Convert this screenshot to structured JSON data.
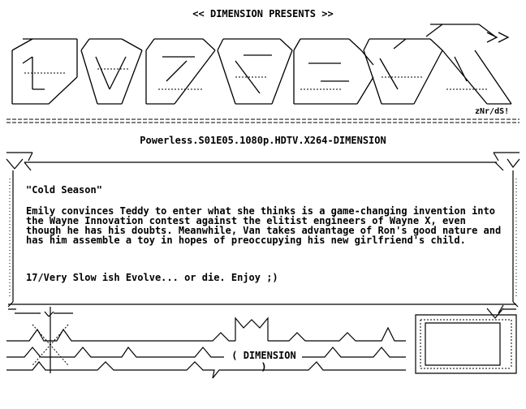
{
  "header": {
    "presents": "<< DIMENSION PRESENTS >>",
    "signature": "zNr/dS!"
  },
  "release": {
    "name": "Powerless.S01E05.1080p.HDTV.X264-DIMENSION"
  },
  "nfo": {
    "episode_title": "\"Cold Season\"",
    "description": "Emily convinces Teddy to enter what she thinks is a game-changing invention into the Wayne Innovation contest against the elitist engineers of Wayne X, even though he has his doubts. Meanwhile, Van takes advantage of Ron's good nature and has him assemble a toy in hopes of preoccupying his new girlfriend's child.",
    "footer_note": "17/Very Slow ish Evolve... or die. Enjoy ;)"
  },
  "footer": {
    "label": "( DIMENSION )"
  }
}
